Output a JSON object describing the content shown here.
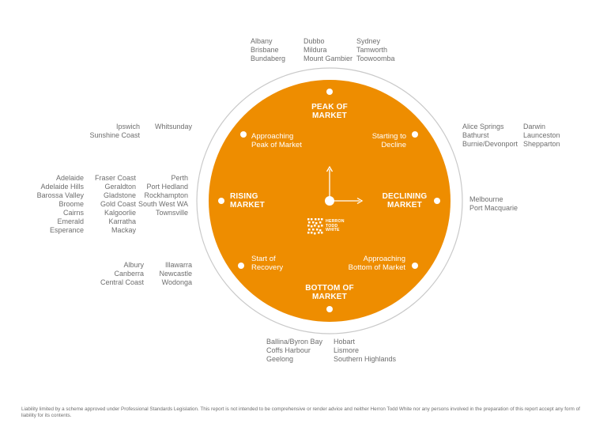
{
  "colors": {
    "accent": "#ee8d00",
    "text": "#6e6e6e",
    "ring": "#c9c9c9"
  },
  "phases": {
    "peak": [
      "PEAK OF",
      "MARKET"
    ],
    "declining": [
      "DECLINING",
      "MARKET"
    ],
    "bottom": [
      "BOTTOM OF",
      "MARKET"
    ],
    "rising": [
      "RISING",
      "MARKET"
    ],
    "starting_decline": [
      "Starting to",
      "Decline"
    ],
    "approaching_bottom": [
      "Approaching",
      "Bottom of Market"
    ],
    "start_recovery": [
      "Start of",
      "Recovery"
    ],
    "approaching_peak": [
      "Approaching",
      "Peak of Market"
    ]
  },
  "logo": {
    "lines": [
      "HERRON",
      "TODD",
      "WHITE"
    ]
  },
  "locations": {
    "peak": [
      [
        "Albany",
        "Brisbane",
        "Bundaberg"
      ],
      [
        "Dubbo",
        "Mildura",
        "Mount Gambier"
      ],
      [
        "Sydney",
        "Tamworth",
        "Toowoomba"
      ]
    ],
    "starting_decline": [
      [
        "Alice Springs",
        "Bathurst",
        "Burnie/Devonport"
      ],
      [
        "Darwin",
        "Launceston",
        "Shepparton"
      ]
    ],
    "declining": [
      [
        "Melbourne",
        "Port Macquarie"
      ]
    ],
    "bottom": [
      [
        "Ballina/Byron Bay",
        "Coffs Harbour",
        "Geelong"
      ],
      [
        "Hobart",
        "Lismore",
        "Southern Highlands"
      ]
    ],
    "start_recovery": [
      [
        "Albury",
        "Canberra",
        "Central Coast"
      ],
      [
        "Illawarra",
        "Newcastle",
        "Wodonga"
      ]
    ],
    "rising": [
      [
        "Adelaide",
        "Adelaide Hills",
        "Barossa Valley",
        "Broome",
        "Cairns",
        "Emerald",
        "Esperance"
      ],
      [
        "Fraser Coast",
        "Geraldton",
        "Gladstone",
        "Gold Coast",
        "Kalgoorlie",
        "Karratha",
        "Mackay"
      ],
      [
        "Perth",
        "Port Hedland",
        "Rockhampton",
        "South West WA",
        "Townsville"
      ]
    ],
    "approaching_peak": [
      [
        "Ipswich",
        "Sunshine Coast"
      ],
      [
        "Whitsunday"
      ]
    ]
  },
  "highlighted": [
    "Brisbane",
    "Albury",
    "Wodonga"
  ],
  "disclaimer": "Liability limited by a scheme approved under Professional Standards Legislation. This report is not intended to be comprehensive or render advice and neither Herron Todd White nor any persons involved in the preparation of this report accept any form of liability for its contents."
}
